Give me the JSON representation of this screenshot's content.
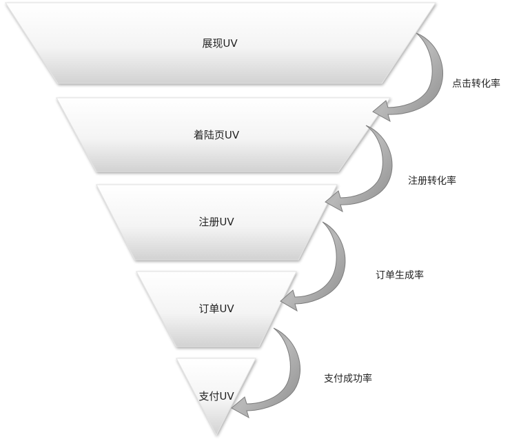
{
  "stages": [
    {
      "label": "展现UV"
    },
    {
      "label": "着陆页UV"
    },
    {
      "label": "注册UV"
    },
    {
      "label": "订单UV"
    },
    {
      "label": "支付UV"
    }
  ],
  "rates": [
    {
      "label": "点击转化率"
    },
    {
      "label": "注册转化率"
    },
    {
      "label": "订单生成率"
    },
    {
      "label": "支付成功率"
    }
  ],
  "colors": {
    "fill_top": "#ffffff",
    "fill_bottom": "#d4d4d4",
    "arrow_light": "#b0b0b0",
    "arrow_dark": "#8a8a8a",
    "arrow_edge": "#7a7a7a",
    "text": "#222222"
  }
}
